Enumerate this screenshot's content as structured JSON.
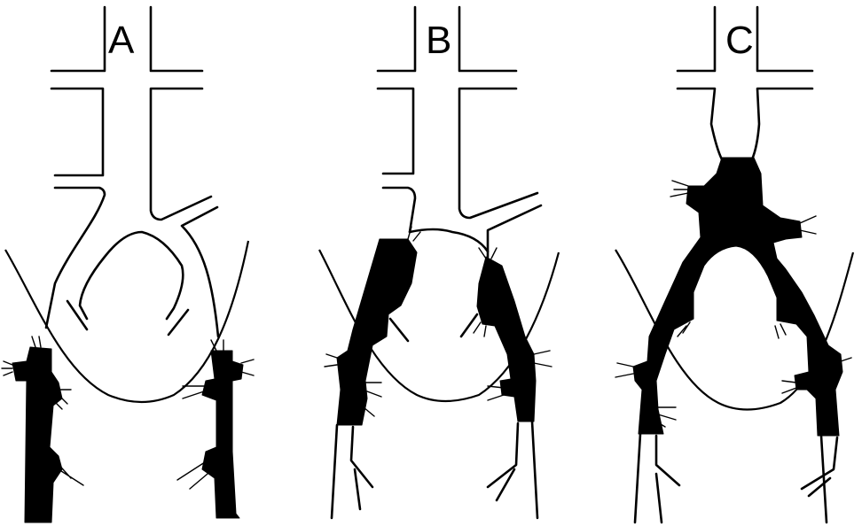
{
  "panels": [
    {
      "id": "A",
      "label": "A"
    },
    {
      "id": "B",
      "label": "B"
    },
    {
      "id": "C",
      "label": "C"
    }
  ],
  "colors": {
    "background": "#ffffff",
    "ink": "#000000"
  }
}
